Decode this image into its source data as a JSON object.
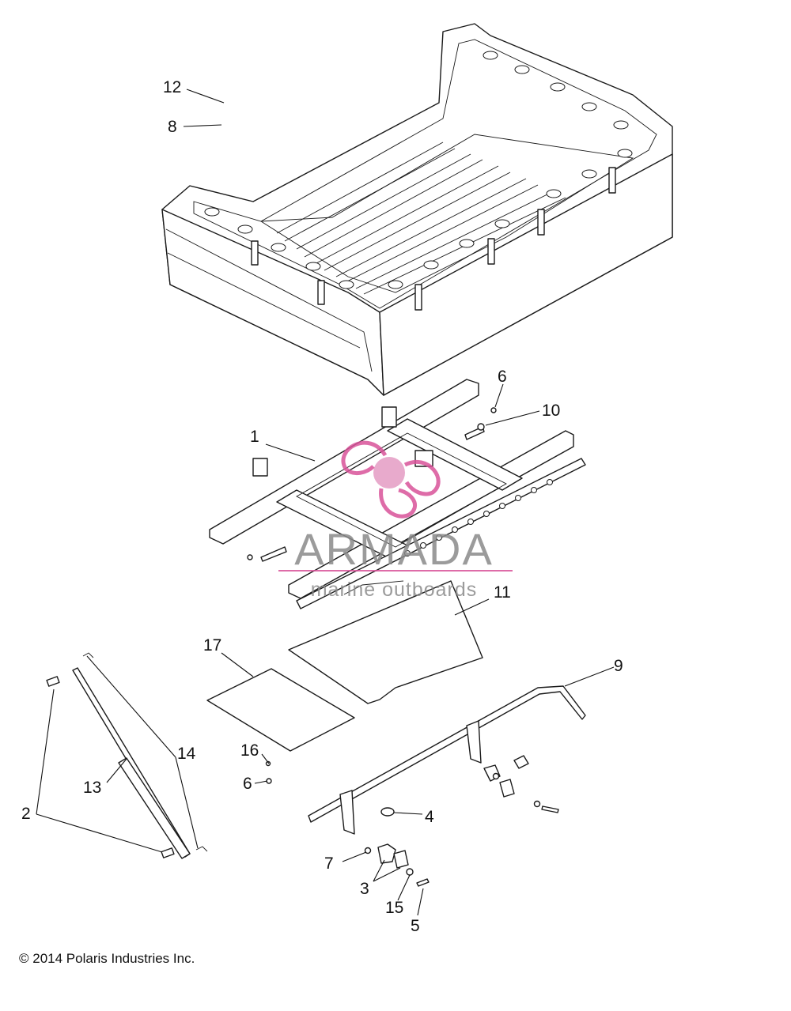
{
  "watermark": {
    "brand": "ARMADA",
    "tagline": "marine outboards",
    "color": "#d9539a",
    "text_color": "#8a8a8a"
  },
  "copyright": "© 2014 Polaris Industries Inc.",
  "callouts": {
    "c1": "1",
    "c2": "2",
    "c3": "3",
    "c4": "4",
    "c5": "5",
    "c6a": "6",
    "c6b": "6",
    "c7": "7",
    "c8": "8",
    "c9": "9",
    "c10": "10",
    "c11": "11",
    "c12": "12",
    "c13": "13",
    "c14": "14",
    "c15": "15",
    "c16": "16",
    "c17": "17"
  }
}
